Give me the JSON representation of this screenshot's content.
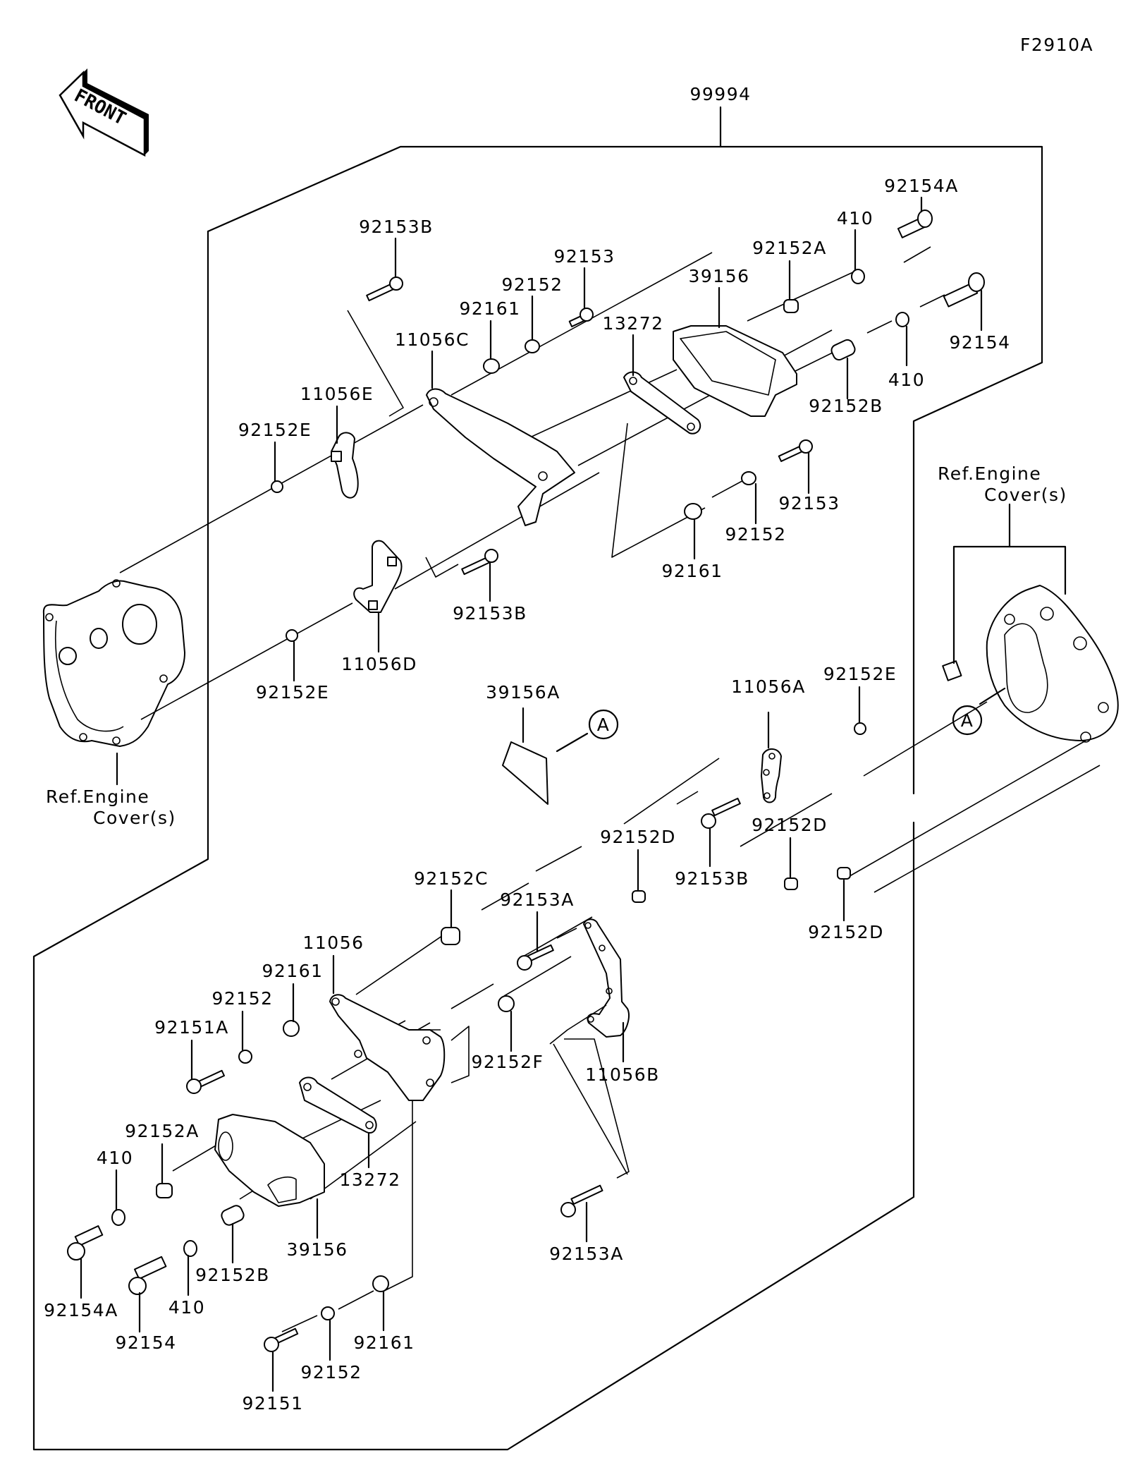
{
  "diagram_code": "F2910A",
  "front_indicator": "FRONT",
  "assembly_label": "99994",
  "reference_marker": "A",
  "ref_engine_cover": {
    "line1": "Ref.Engine",
    "line2": "Cover(s)"
  },
  "labels": {
    "top_92153B": "92153B",
    "top_92153": "92153",
    "top_92152": "92152",
    "top_92161": "92161",
    "top_11056C": "11056C",
    "top_13272": "13272",
    "top_39156": "39156",
    "top_92152A": "92152A",
    "top_410a": "410",
    "top_92154A": "92154A",
    "top_92154": "92154",
    "top_410b": "410",
    "top_92152B": "92152B",
    "top_11056E": "11056E",
    "top_92152E": "92152E",
    "mid_92153": "92153",
    "mid_92152": "92152",
    "mid_92161": "92161",
    "mid_92153B": "92153B",
    "mid_11056D": "11056D",
    "mid_92152E": "92152E",
    "mid_39156A": "39156A",
    "right_11056A": "11056A",
    "right_92152E": "92152E",
    "right_92153B": "92153B",
    "right_92152D_a": "92152D",
    "right_92152D_b": "92152D",
    "right_92152D_c": "92152D",
    "low_92152C": "92152C",
    "low_92153A": "92153A",
    "low_11056": "11056",
    "low_92161": "92161",
    "low_92152": "92152",
    "low_92151A": "92151A",
    "low_92152F": "92152F",
    "low_11056B": "11056B",
    "low_92152A": "92152A",
    "low_410a": "410",
    "low_13272": "13272",
    "low_39156": "39156",
    "low_92152B": "92152B",
    "low_92154A": "92154A",
    "low_410b": "410",
    "low_92154": "92154",
    "low_92153A_b": "92153A",
    "low_92161_b": "92161",
    "low_92152_b": "92152",
    "low_92151": "92151"
  }
}
